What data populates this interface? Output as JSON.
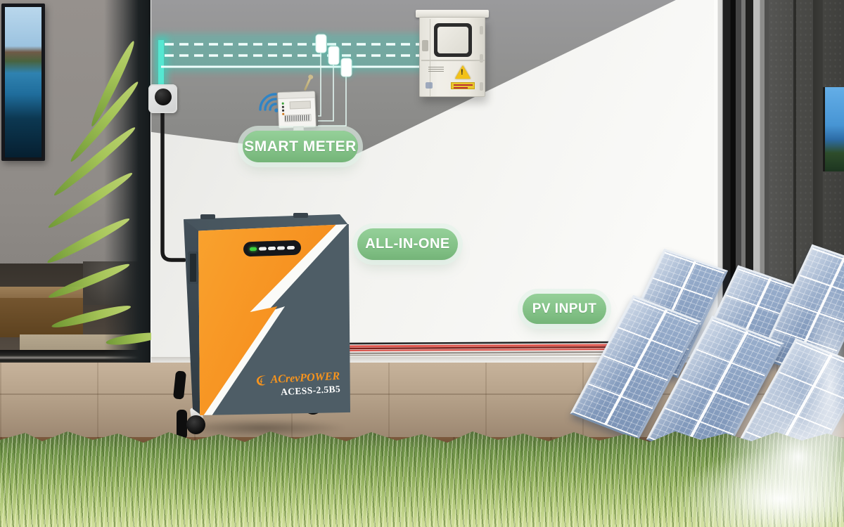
{
  "labels": {
    "smart_meter": "SMART METER",
    "all_in_one": "ALL-IN-ONE",
    "pv_input": "PV INPUT"
  },
  "battery": {
    "brand": "ACrevPOWER",
    "model": "ACESS-2.5B5",
    "leds": {
      "total": 5,
      "active": 1,
      "active_color": "#3ed23e",
      "inactive_color": "#f2f2f0"
    }
  },
  "distribution_box": {
    "warning_symbol": "!"
  },
  "colors": {
    "accent_orange": "#F7941D",
    "wiring_teal": "#45E0C9",
    "label_pill_green": "#85C389",
    "battery_slate": "#4E5D66",
    "panel_blue": "#8AA1C2"
  }
}
